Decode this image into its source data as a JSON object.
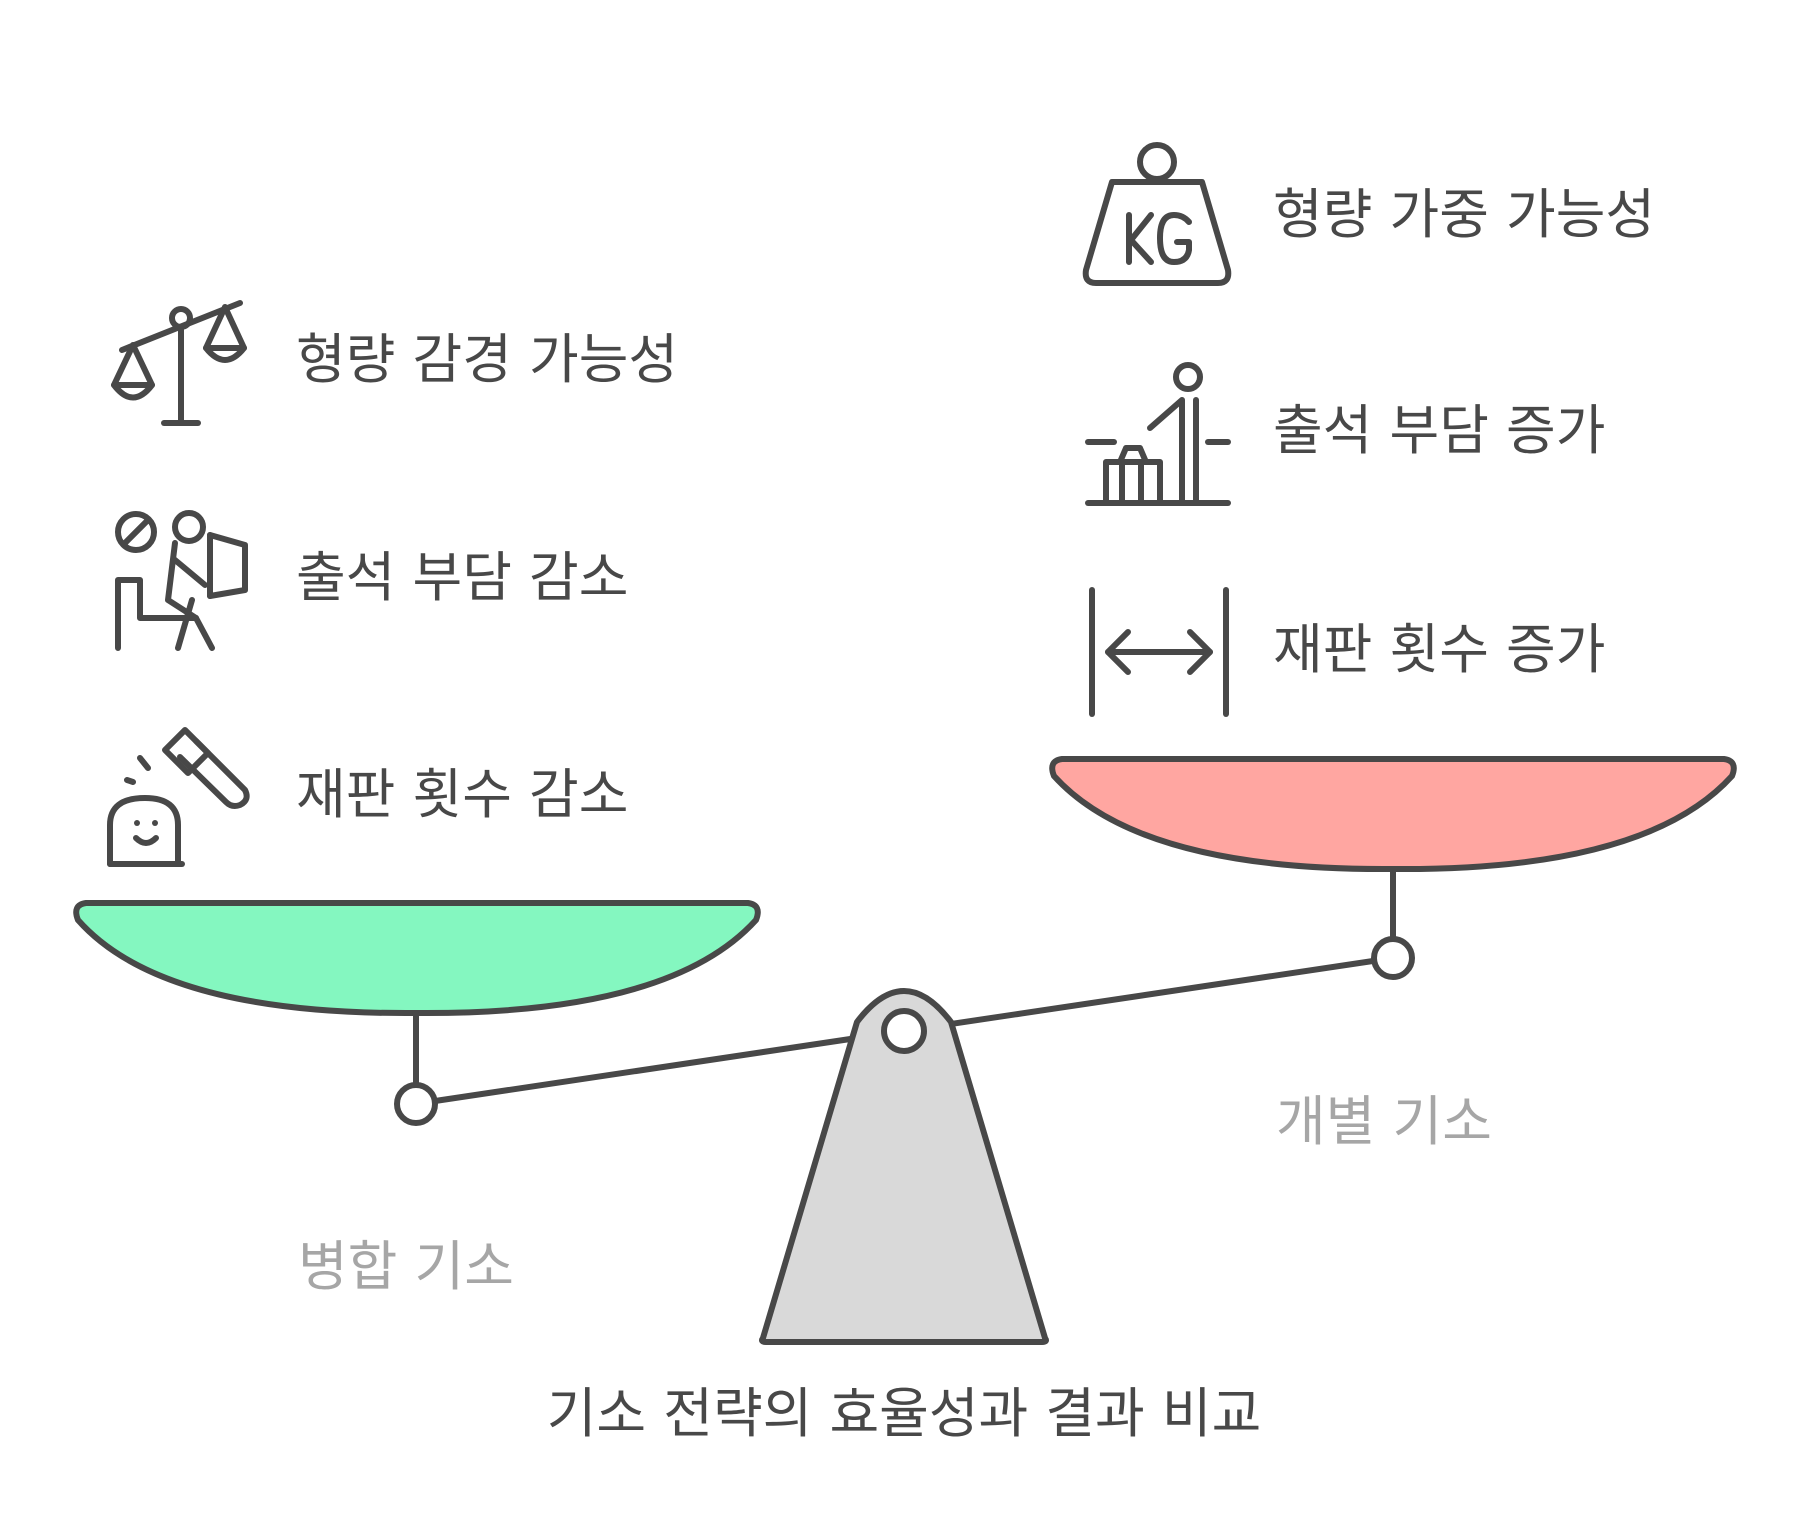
{
  "title": "기소 전략의 효율성과 결과 비교",
  "left": {
    "label": "병합 기소",
    "color": "#84f7c0",
    "items": [
      {
        "icon": "scales-icon",
        "text": "형량 감경 가능성"
      },
      {
        "icon": "person-with-sign-icon",
        "text": "출석 부담 감소"
      },
      {
        "icon": "gavel-icon",
        "text": "재판 횟수 감소"
      }
    ]
  },
  "right": {
    "label": "개별 기소",
    "color": "#ffa6a1",
    "items": [
      {
        "icon": "kg-weight-icon",
        "text": "형량 가중 가능성"
      },
      {
        "icon": "person-on-podium-icon",
        "text": "출석 부담 증가"
      },
      {
        "icon": "arrow-width-icon",
        "text": "재판 횟수 증가"
      }
    ]
  }
}
